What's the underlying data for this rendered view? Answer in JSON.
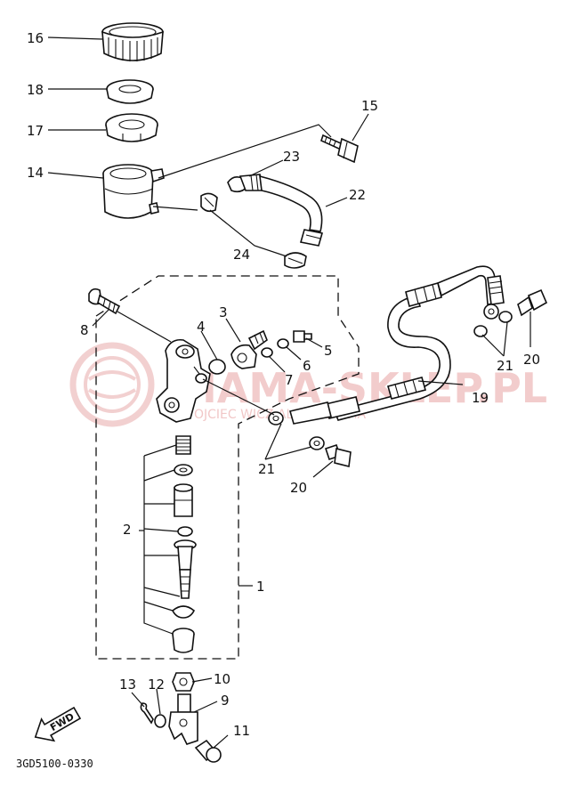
{
  "watermark": {
    "main": "MAMA-SKLEP.PL",
    "sub": "OJCIEC  WICZ        ALER YAMAHA"
  },
  "drawing_code": "3GD5100-0330",
  "fwd_label": "FWD",
  "callouts": {
    "c1": "1",
    "c2": "2",
    "c3": "3",
    "c4": "4",
    "c5": "5",
    "c6": "6",
    "c7": "7",
    "c8": "8",
    "c9": "9",
    "c10": "10",
    "c11": "11",
    "c12": "12",
    "c13": "13",
    "c14": "14",
    "c15": "15",
    "c16": "16",
    "c17": "17",
    "c18": "18",
    "c19": "19",
    "c20a": "20",
    "c20b": "20",
    "c21a": "21",
    "c21b": "21",
    "c22": "22",
    "c23": "23",
    "c24": "24"
  }
}
